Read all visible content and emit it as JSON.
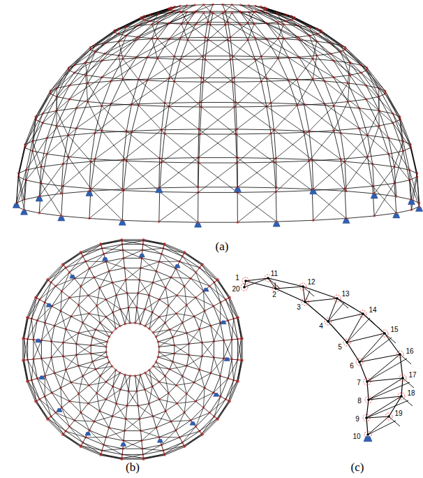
{
  "diagram": {
    "labels": [
      "(a)",
      "(b)",
      "1",
      "20",
      "11",
      "2",
      "12",
      "3",
      "13",
      "4",
      "14",
      "5",
      "15",
      "6",
      "16",
      "7",
      "17",
      "8",
      "18",
      "9",
      "19",
      "10",
      "(c)"
    ]
  }
}
